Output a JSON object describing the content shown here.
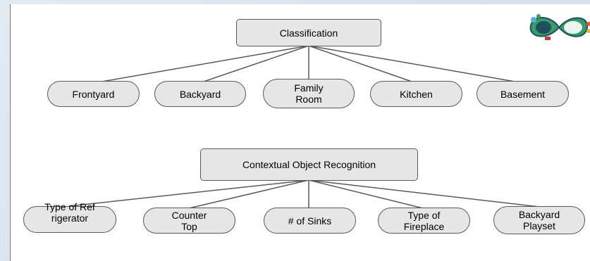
{
  "diagram": {
    "tree1": {
      "root": "Classification",
      "children": [
        "Frontyard",
        "Backyard",
        "Family Room",
        "Kitchen",
        "Basement"
      ]
    },
    "tree2": {
      "root": "Contextual Object Recognition",
      "children": [
        "Type of Refrigerator",
        "Counter Top",
        "# of Sinks",
        "Type of Fireplace",
        "Backyard Playset"
      ]
    }
  },
  "colors": {
    "node_fill": "#e6e6e6",
    "node_border": "#595959",
    "connector": "#595959",
    "logo_green": "#2e8b57",
    "logo_dark": "#1f4e5f"
  },
  "icons": {
    "logo": "infinity-logo-icon"
  }
}
